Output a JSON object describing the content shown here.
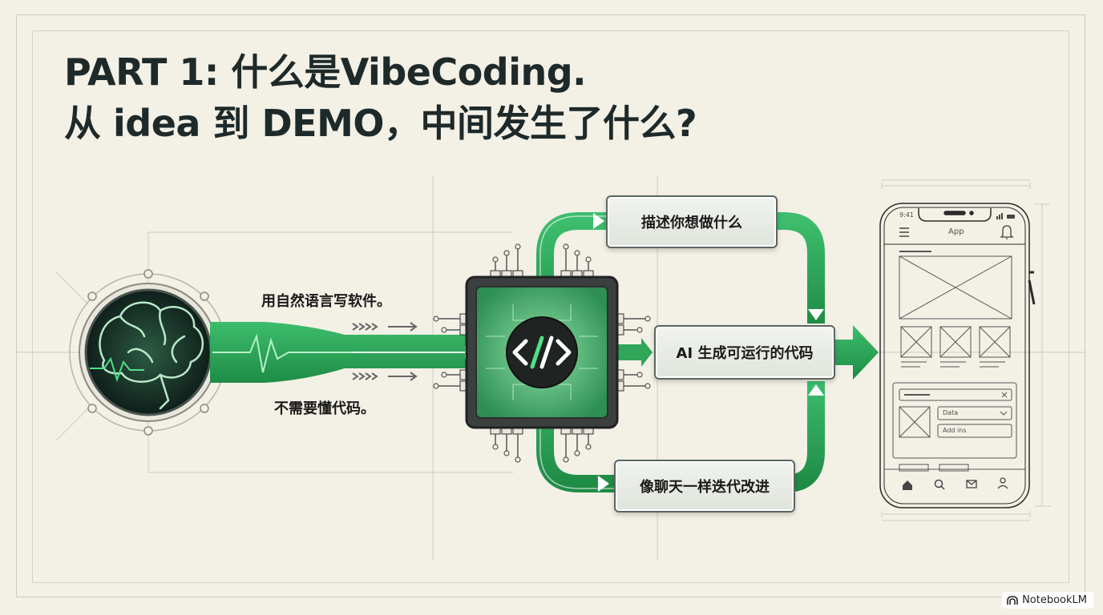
{
  "title": {
    "line1": "PART 1: 什么是VibeCoding.",
    "line2": "从 idea 到 DEMO，中间发生了什么?"
  },
  "left_labels": {
    "top": "用自然语言写软件。",
    "bottom": "不需要懂代码。"
  },
  "steps": {
    "describe": "描述你想做什么",
    "generate": "AI 生成可运行的代码",
    "iterate": "像聊天一样迭代改进"
  },
  "chip": {
    "glyph": "</>"
  },
  "phone": {
    "time": "9:41",
    "app_title": "App",
    "dropdown_value": "Data",
    "input_value": "Add ins"
  },
  "brand": {
    "name": "NotebookLM"
  },
  "colors": {
    "accent": "#2fa65a",
    "dark": "#1e2a2a",
    "background": "#f3f0e6"
  },
  "icons": [
    "brain-icon",
    "code-chip-icon",
    "menu-icon",
    "bell-icon",
    "home-icon",
    "search-icon",
    "mail-icon",
    "user-icon"
  ]
}
